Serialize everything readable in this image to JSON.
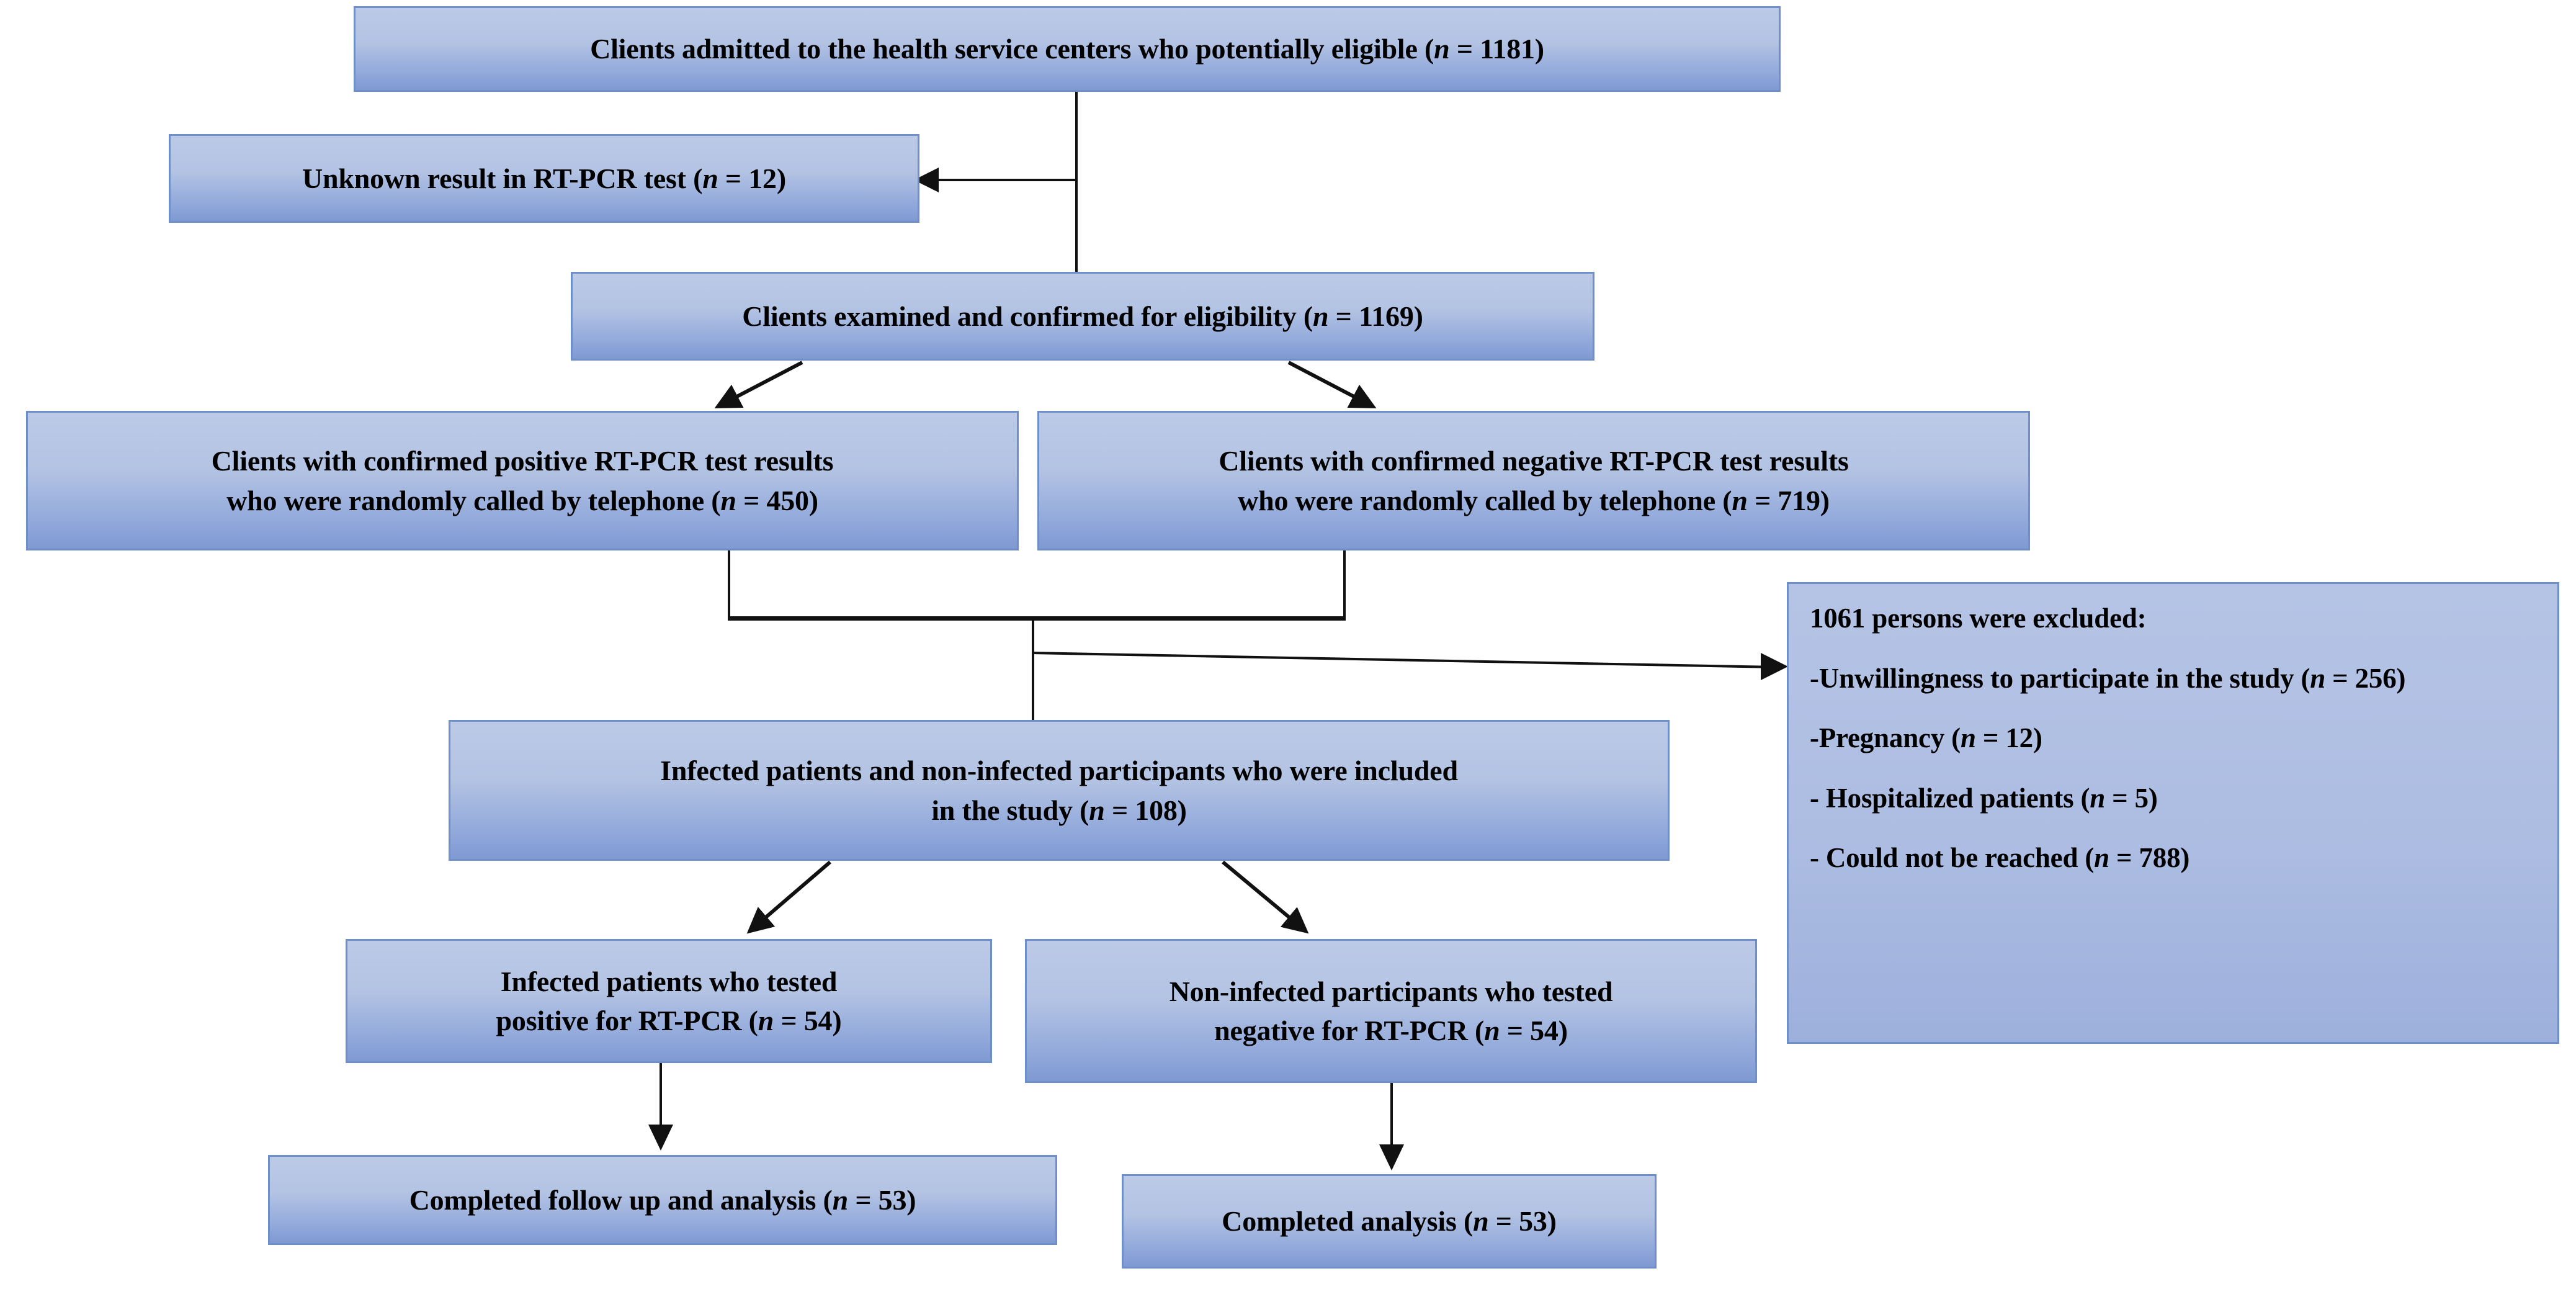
{
  "diagram": {
    "type": "flowchart",
    "title": "Study participant flow diagram",
    "accent_color": "#7f99d3",
    "border_color": "#6f8fc8",
    "connector_color": "#111111",
    "background": "#ffffff"
  },
  "nodes": {
    "admitted": {
      "label": "Clients admitted to the health service centers who potentially eligible (n = 1181)",
      "text_pre": "Clients admitted to the health service centers who potentially eligible (",
      "italic_n": "n",
      "text_post": " = 1181)",
      "count": 1181
    },
    "unknown_result": {
      "label": "Unknown result in RT-PCR test (n = 12)",
      "text_pre": "Unknown result in RT-PCR test (",
      "italic_n": "n",
      "text_post": " = 12)",
      "count": 12
    },
    "eligible": {
      "label": "Clients examined and confirmed for eligibility (n = 1169)",
      "text_pre": "Clients examined and confirmed for eligibility (",
      "italic_n": "n",
      "text_post": " = 1169)",
      "count": 1169
    },
    "positive_called": {
      "line1": "Clients with confirmed positive RT-PCR test results",
      "line2_pre": "who were randomly called by telephone (",
      "italic_n": "n",
      "line2_post": " = 450)",
      "count": 450
    },
    "negative_called": {
      "line1": "Clients with confirmed negative RT-PCR test results",
      "line2_pre": "who were randomly called by telephone (",
      "italic_n": "n",
      "line2_post": " = 719)",
      "count": 719
    },
    "included": {
      "line1": "Infected patients and non-infected participants who were included",
      "line2_pre": "in the study (",
      "italic_n": "n",
      "line2_post": " = 108)",
      "count": 108
    },
    "infected_positive": {
      "line1": "Infected patients who tested",
      "line2_pre": "positive for RT-PCR (",
      "italic_n": "n",
      "line2_post": " = 54)",
      "count": 54
    },
    "noninfected_negative": {
      "line1": "Non-infected participants who tested",
      "line2_pre": "negative for RT-PCR (",
      "italic_n": "n",
      "line2_post": " = 54)",
      "count": 54
    },
    "completed_followup": {
      "label": "Completed follow up and analysis (n = 53)",
      "text_pre": "Completed follow up and analysis (",
      "italic_n": "n",
      "text_post": " = 53)",
      "count": 53
    },
    "completed_analysis": {
      "label": "Completed analysis (n = 53)",
      "text_pre": "Completed analysis (",
      "italic_n": "n",
      "text_post": " = 53)",
      "count": 53
    },
    "excluded": {
      "heading": "1061 persons were excluded:",
      "total": 1061,
      "reasons": [
        {
          "text_pre": "-Unwillingness to participate in the study (",
          "italic_n": "n",
          "text_post": " = 256)",
          "label": "-Unwillingness to participate in the study (n = 256)",
          "count": 256
        },
        {
          "text_pre": "-Pregnancy (",
          "italic_n": "n",
          "text_post": " = 12)",
          "label": "-Pregnancy (n = 12)",
          "count": 12
        },
        {
          "text_pre": "- Hospitalized patients (",
          "italic_n": "n",
          "text_post": " = 5)",
          "label": "- Hospitalized patients (n = 5)",
          "count": 5
        },
        {
          "text_pre": "- Could not be reached (",
          "italic_n": "n",
          "text_post": " = 788)",
          "label": "- Could not be reached (n = 788)",
          "count": 788
        }
      ]
    }
  }
}
